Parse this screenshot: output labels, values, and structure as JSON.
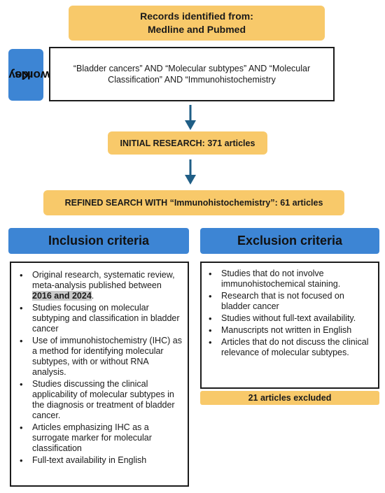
{
  "records": {
    "line1": "Records identified from:",
    "line2": "Medline and Pubmed"
  },
  "keywords": {
    "tab_label_line1": "Key",
    "tab_label_line2": "words",
    "text": "“Bladder cancers” AND “Molecular subtypes” AND “Molecular Classification” AND “Immunohistochemistry"
  },
  "initial_research": "INITIAL RESEARCH: 371 articles",
  "refined_search": "REFINED SEARCH WITH “Immunohistochemistry”: 61 articles",
  "inclusion": {
    "heading": "Inclusion criteria",
    "item1_prefix": "Original research, systematic review, meta-analysis  published between ",
    "item1_highlight": "2016 and 2024",
    "item1_suffix": ".",
    "items": [
      "Studies focusing on molecular subtyping and classification in bladder cancer",
      "Use of immunohistochemistry (IHC)  as a method for identifying molecular subtypes, with or without RNA analysis.",
      "Studies discussing the clinical applicability of molecular subtypes in the diagnosis or treatment of bladder cancer.",
      "Articles emphasizing IHC as a surrogate marker for molecular classification",
      "Full-text availability in English"
    ]
  },
  "exclusion": {
    "heading": "Exclusion criteria",
    "items": [
      "Studies that do not involve immunohistochemical staining.",
      "Research that is not focused on bladder cancer",
      "Studies without full-text availability.",
      "Manuscripts not written in English",
      "Articles that do not discuss the clinical relevance of molecular subtypes."
    ],
    "excluded_count": "21 articles excluded"
  },
  "colors": {
    "box_fill": "#f8c96a",
    "header_fill": "#3d85d4",
    "arrow": "#1f5e86",
    "highlight": "#c9c9c9"
  }
}
